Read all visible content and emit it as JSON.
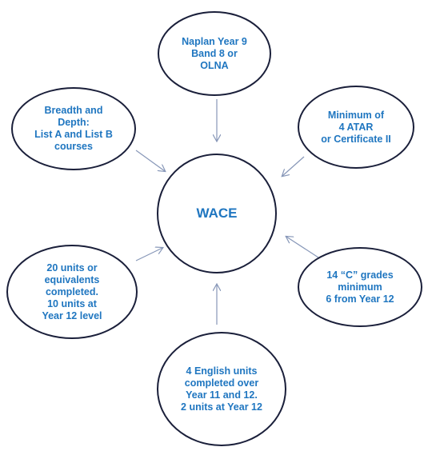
{
  "center": {
    "label": "WACE"
  },
  "nodes": [
    {
      "id": "naplan",
      "label": "Naplan Year 9\nBand 8 or\nOLNA"
    },
    {
      "id": "breadth",
      "label": "Breadth and\nDepth:\nList A and List B\ncourses"
    },
    {
      "id": "minimum",
      "label": "Minimum of\n4 ATAR\nor Certificate II"
    },
    {
      "id": "units",
      "label": "20 units or\nequivalents\ncompleted.\n10 units at\nYear 12 level"
    },
    {
      "id": "grades",
      "label": "14 “C” grades\nminimum\n6 from Year 12"
    },
    {
      "id": "english",
      "label": "4 English units\ncompleted over\nYear 11 and 12.\n2 units at Year 12"
    }
  ],
  "colors": {
    "text": "#1f76c0",
    "outline": "#1a1f3a",
    "arrow": "#8797b8"
  }
}
